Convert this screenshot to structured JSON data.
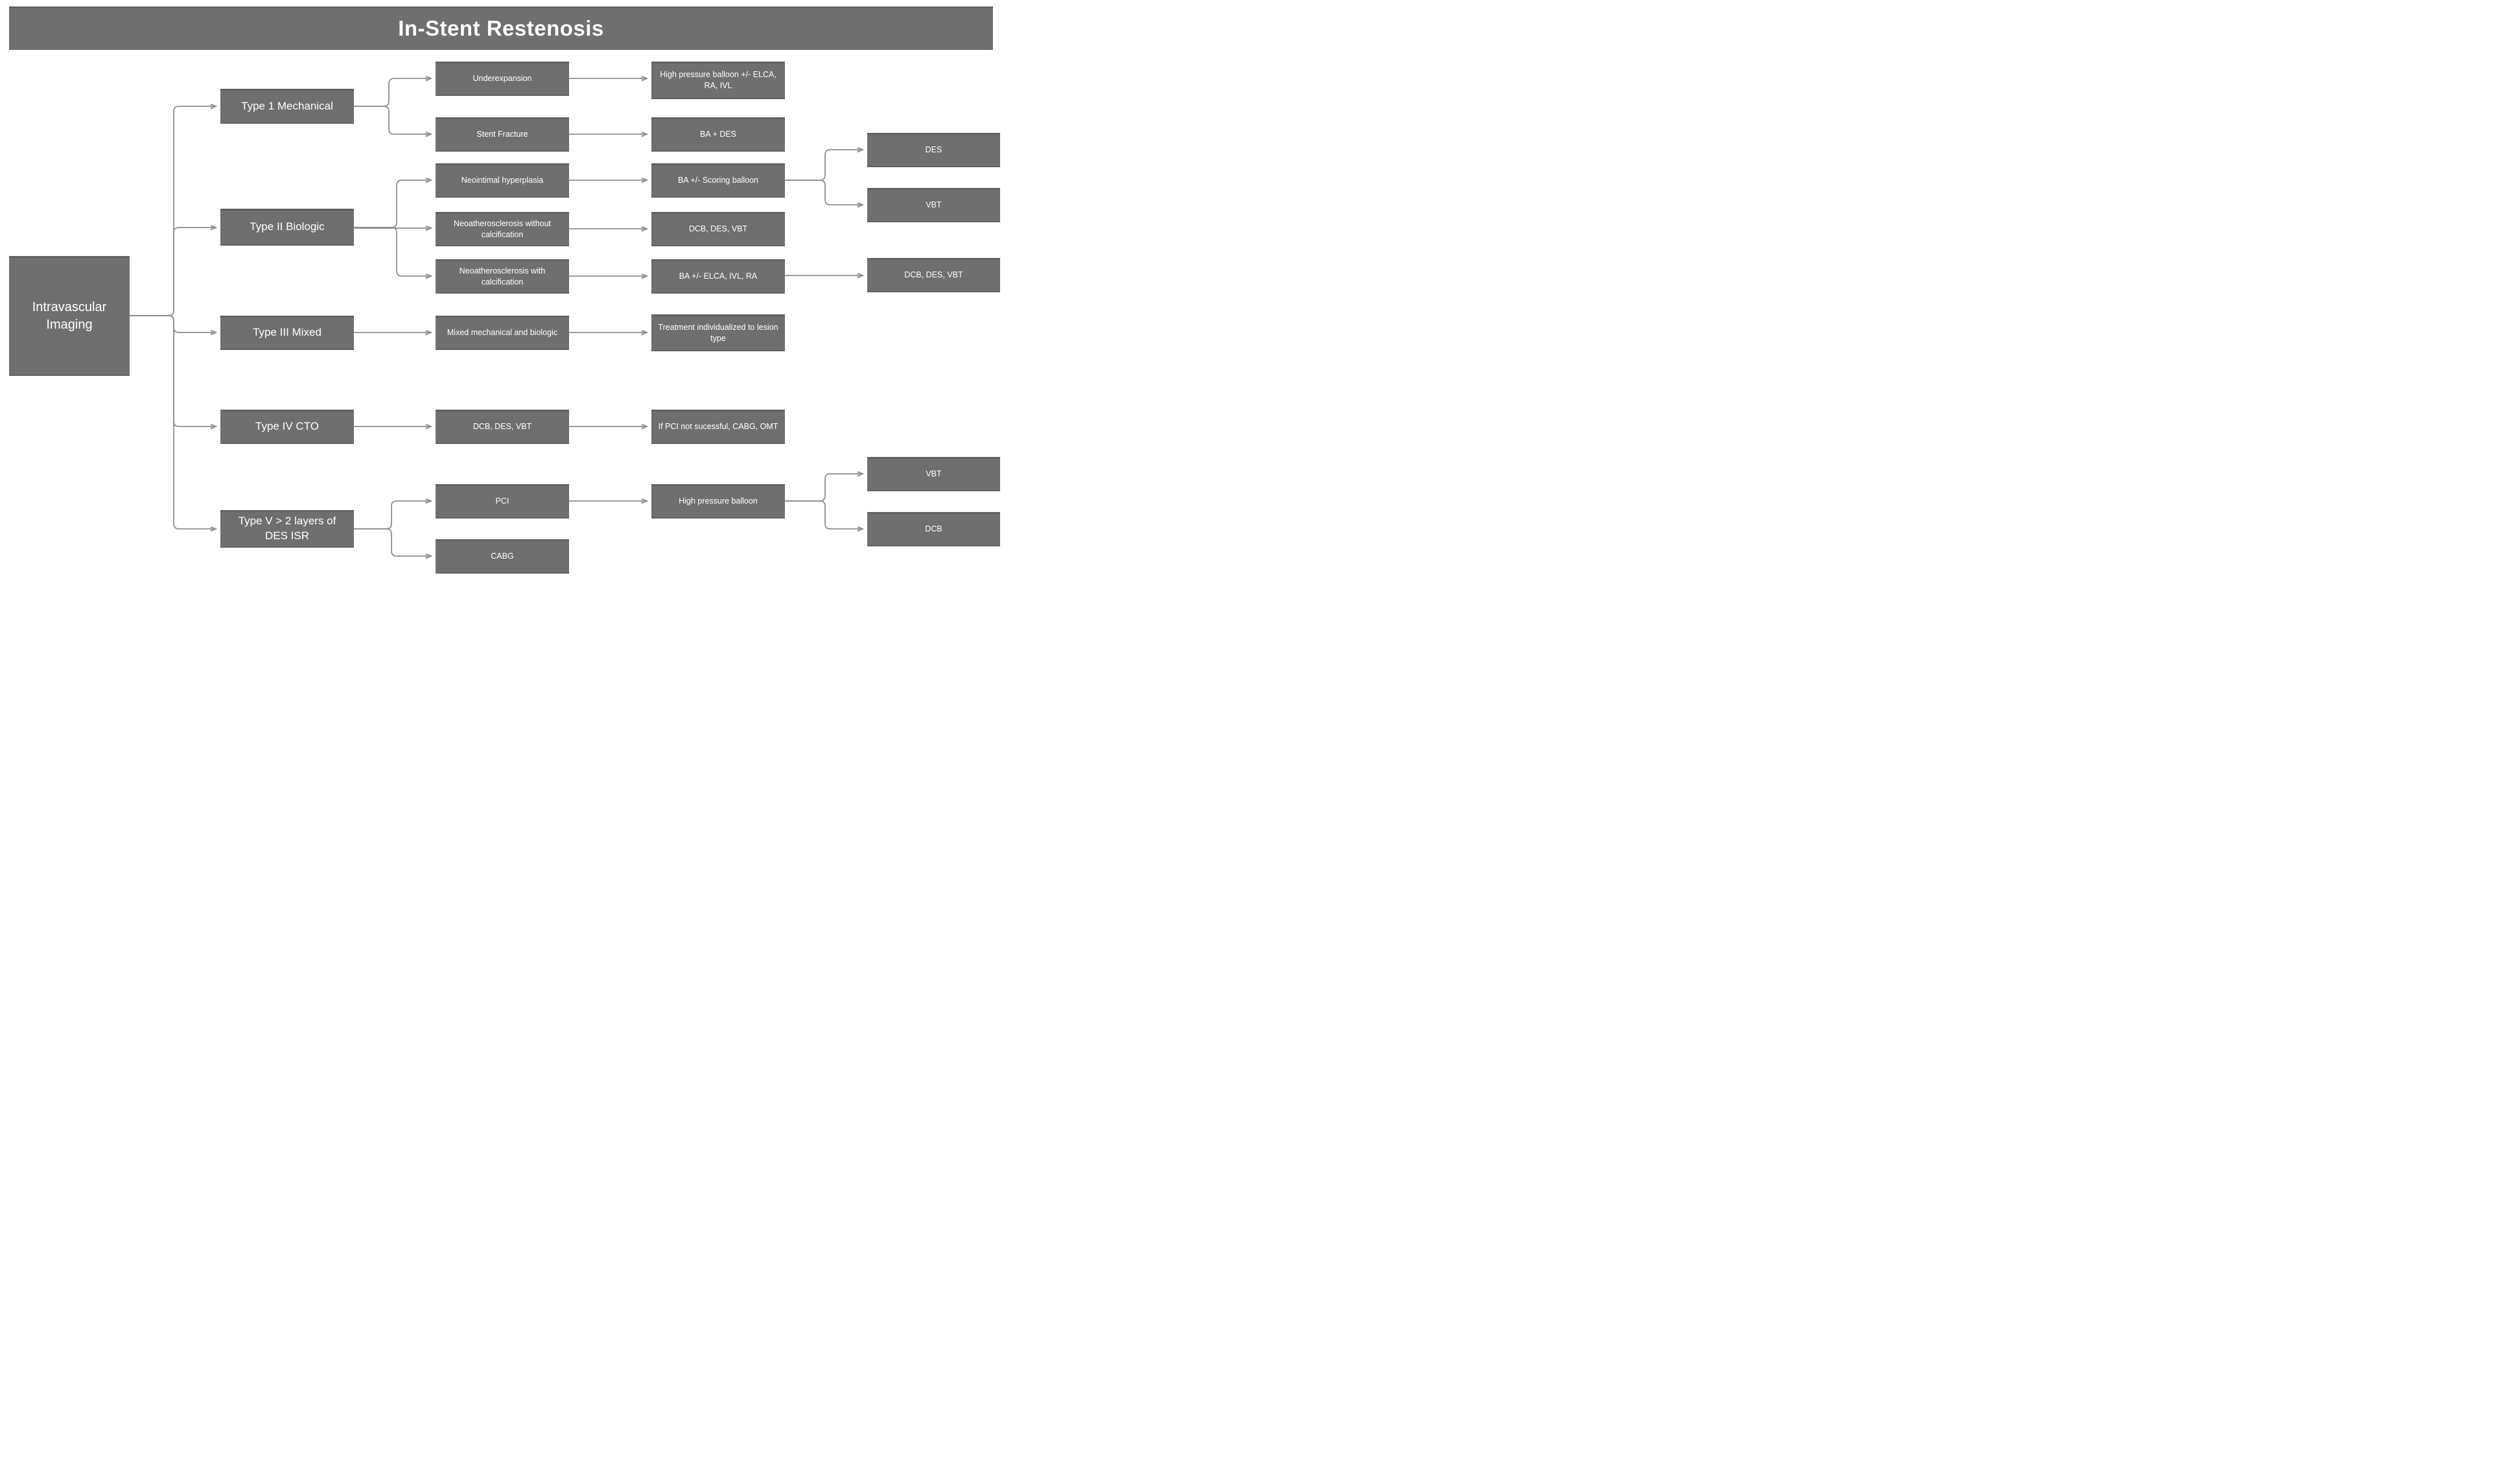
{
  "title": "In-Stent Restenosis",
  "colors": {
    "box_fill": "#6f6f6f",
    "box_text": "#ffffff",
    "connector": "#8f8f8f",
    "background": "#ffffff",
    "title_bar": "#6f6f6f"
  },
  "nodes": {
    "root": "Intravascular Imaging",
    "type1": "Type 1 Mechanical",
    "type2": "Type II Biologic",
    "type3": "Type III Mixed",
    "type4": "Type IV CTO",
    "type5": "Type V > 2 layers of DES ISR",
    "underexpansion": "Underexpansion",
    "stent_fracture": "Stent Fracture",
    "neointimal": "Neointimal hyperplasia",
    "neoathero_without": "Neoatherosclerosis without calcification",
    "neoathero_with": "Neoatherosclerosis with calcification",
    "mixed": "Mixed mechanical and biologic",
    "dcb_des_vbt_t4": "DCB, DES, VBT",
    "pci": "PCI",
    "cabg": "CABG",
    "hpb_elca": "High pressure balloon +/- ELCA, RA, IVL",
    "ba_des": "BA + DES",
    "ba_scoring": "BA +/- Scoring balloon",
    "dcb_des_vbt_t2": "DCB, DES, VBT",
    "ba_elca_ivl_ra": "BA +/- ELCA, IVL, RA",
    "treatment_individualized": "Treatment individualized to lesion type",
    "if_pci": "If PCI not sucessful, CABG, OMT",
    "hpb": "High pressure balloon",
    "des_leaf": "DES",
    "vbt_leaf": "VBT",
    "dcb_des_vbt_leaf": "DCB, DES, VBT",
    "vbt_leaf2": "VBT",
    "dcb_leaf": "DCB"
  },
  "edges": [
    {
      "from": "root",
      "to": "type1"
    },
    {
      "from": "root",
      "to": "type2"
    },
    {
      "from": "root",
      "to": "type3"
    },
    {
      "from": "root",
      "to": "type4"
    },
    {
      "from": "root",
      "to": "type5"
    },
    {
      "from": "type1",
      "to": "underexpansion"
    },
    {
      "from": "type1",
      "to": "stent_fracture"
    },
    {
      "from": "underexpansion",
      "to": "hpb_elca"
    },
    {
      "from": "stent_fracture",
      "to": "ba_des"
    },
    {
      "from": "type2",
      "to": "neointimal"
    },
    {
      "from": "type2",
      "to": "neoathero_without"
    },
    {
      "from": "type2",
      "to": "neoathero_with"
    },
    {
      "from": "neointimal",
      "to": "ba_scoring"
    },
    {
      "from": "ba_scoring",
      "to": "des_leaf"
    },
    {
      "from": "ba_scoring",
      "to": "vbt_leaf"
    },
    {
      "from": "neoathero_without",
      "to": "dcb_des_vbt_t2"
    },
    {
      "from": "neoathero_with",
      "to": "ba_elca_ivl_ra"
    },
    {
      "from": "ba_elca_ivl_ra",
      "to": "dcb_des_vbt_leaf"
    },
    {
      "from": "type3",
      "to": "mixed"
    },
    {
      "from": "mixed",
      "to": "treatment_individualized"
    },
    {
      "from": "type4",
      "to": "dcb_des_vbt_t4"
    },
    {
      "from": "dcb_des_vbt_t4",
      "to": "if_pci"
    },
    {
      "from": "type5",
      "to": "pci"
    },
    {
      "from": "type5",
      "to": "cabg"
    },
    {
      "from": "pci",
      "to": "hpb"
    },
    {
      "from": "hpb",
      "to": "vbt_leaf2"
    },
    {
      "from": "hpb",
      "to": "dcb_leaf"
    }
  ]
}
